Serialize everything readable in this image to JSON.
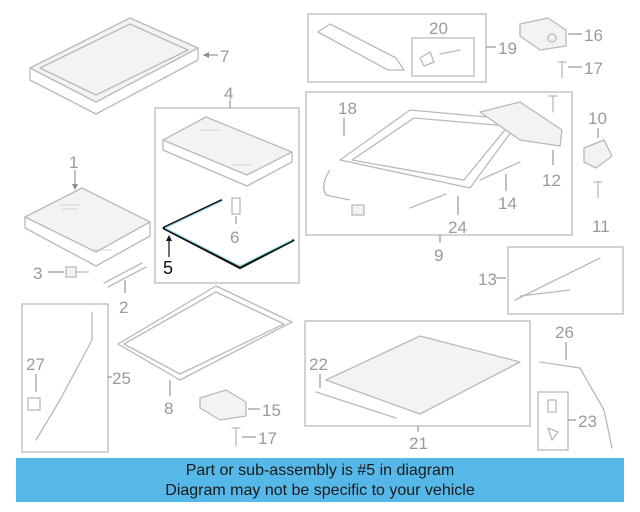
{
  "callouts": {
    "c1": "1",
    "c2": "2",
    "c3": "3",
    "c4": "4",
    "c5": "5",
    "c6": "6",
    "c7": "7",
    "c8": "8",
    "c9": "9",
    "c10": "10",
    "c11": "11",
    "c12": "12",
    "c13": "13",
    "c14": "14",
    "c15": "15",
    "c16": "16",
    "c17a": "17",
    "c17b": "17",
    "c18": "18",
    "c19": "19",
    "c20": "20",
    "c21": "21",
    "c22": "22",
    "c23": "23",
    "c24": "24",
    "c25": "25",
    "c26": "26",
    "c27": "27"
  },
  "highlighted_part": "5",
  "colors": {
    "highlight_line": "#111111",
    "banner": "#55b8e8",
    "diagram_lines": "#b9b9b9"
  },
  "banner": {
    "line1": "Part or sub-assembly is #5 in diagram",
    "line2": "Diagram may not be specific to your vehicle"
  }
}
